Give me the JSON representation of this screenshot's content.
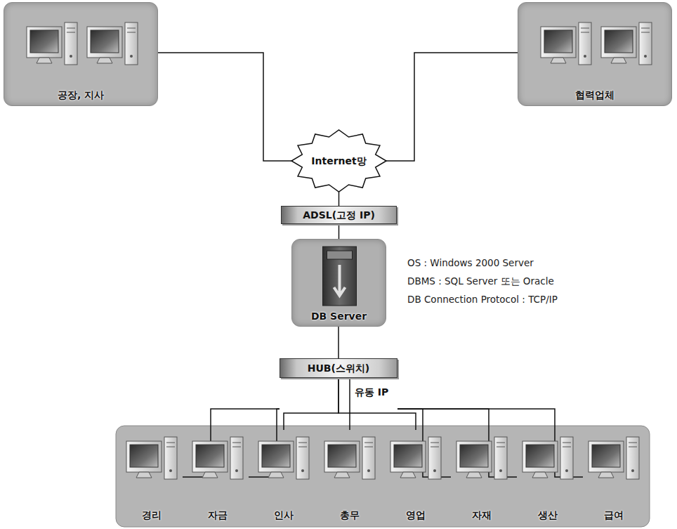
{
  "diagram": {
    "nodes": [
      {
        "text": [
          "공장, 지사"
        ]
      },
      {
        "text": [
          "협력업체"
        ]
      },
      {
        "text": [
          "Internet망"
        ]
      },
      {
        "text": [
          "ADSL(고정 IP)"
        ]
      },
      {
        "text": [
          "DB Server"
        ]
      },
      {
        "text": [
          "HUB(스위치)"
        ]
      },
      {
        "text": [
          "경리"
        ]
      },
      {
        "text": [
          "자금"
        ]
      },
      {
        "text": [
          "인사"
        ]
      },
      {
        "text": [
          "총무"
        ]
      },
      {
        "text": [
          "영업"
        ]
      },
      {
        "text": [
          "자재"
        ]
      },
      {
        "text": [
          "생산"
        ]
      },
      {
        "text": [
          "급여"
        ]
      }
    ],
    "edges": [
      {
        "from": 0,
        "to": 2,
        "arrow": "none"
      },
      {
        "from": 1,
        "to": 2,
        "arrow": "none"
      },
      {
        "from": 2,
        "to": 3,
        "arrow": "none"
      },
      {
        "from": 3,
        "to": 4,
        "arrow": "none"
      },
      {
        "from": 4,
        "to": 5,
        "arrow": "none"
      },
      {
        "from": 5,
        "to": 6,
        "arrow": "none"
      },
      {
        "from": 5,
        "to": 7,
        "arrow": "none"
      },
      {
        "from": 5,
        "to": 8,
        "arrow": "none"
      },
      {
        "from": 5,
        "to": 9,
        "arrow": "none"
      },
      {
        "from": 5,
        "to": 10,
        "arrow": "none"
      },
      {
        "from": 5,
        "to": 11,
        "arrow": "none"
      },
      {
        "from": 5,
        "to": 12,
        "arrow": "none"
      },
      {
        "from": 5,
        "to": 13,
        "arrow": "none"
      }
    ],
    "labels": [
      "OS : Windows 2000 Server",
      "DBMS : SQL Server 또는 Oracle",
      "DB Connection Protocol : TCP/IP",
      "유동 IP"
    ]
  }
}
